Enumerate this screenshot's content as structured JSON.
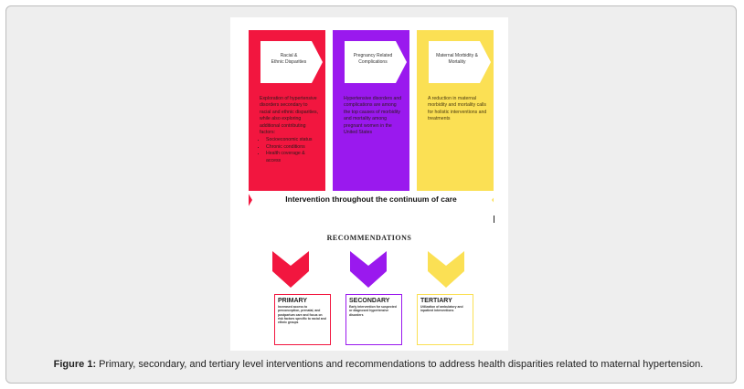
{
  "figure": {
    "columns": [
      {
        "tag": "Racial &\nEthnic Disparities",
        "desc": "Exploration of hypertensive disorders secondary to racial and ethnic disparities, while also exploring additional contributing factors:",
        "bullets": [
          "Socioeconomic status",
          "Chronic conditions",
          "Health coverage & access"
        ]
      },
      {
        "tag": "Pregnancy Related\nComplications",
        "desc": "Hypertensive disorders and complications are among the top causes of morbidity and mortality among pregnant women in the United States",
        "bullets": []
      },
      {
        "tag": "Maternal Morbidity &\nMortality",
        "desc": "A reduction in maternal morbidity and mortality calls for holistic interventions and treatments",
        "bullets": []
      }
    ],
    "banner": "Intervention throughout the continuum of care",
    "recommendations_title": "RECOMMENDATIONS",
    "boxes": [
      {
        "title": "PRIMARY",
        "body": "Increased access to preconception, prenatal, and postpartum care and focus on risk factors specific to racial and ethnic groups"
      },
      {
        "title": "SECONDARY",
        "body": "Early intervention for suspected or diagnosed hypertensive disorders"
      },
      {
        "title": "TERTIARY",
        "body": "Utilization of ambulatory and inpatient interventions"
      }
    ],
    "colors": {
      "red": "#f2163f",
      "purple": "#9a19ee",
      "yellow": "#fbe054"
    }
  },
  "caption": {
    "label": "Figure 1:",
    "text": "Primary, secondary, and tertiary level interventions and recommendations to address health disparities related to maternal hypertension."
  }
}
